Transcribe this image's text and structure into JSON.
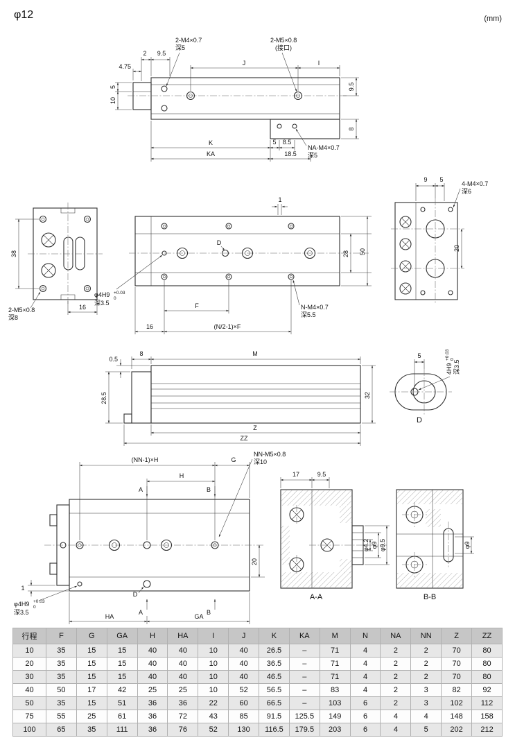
{
  "header": {
    "title": "φ12",
    "unit": "(mm)"
  },
  "drawing": {
    "front_view": {
      "callout_m4": "2-M4×0.7",
      "callout_m4_depth": "深5",
      "callout_port": "2-M5×0.8",
      "callout_port_note": "(接口)",
      "callout_na": "NA-M4×0.7",
      "callout_na_depth": "深5",
      "dim_2": "2",
      "dim_9_5_top": "9.5",
      "dim_4_75": "4.75",
      "dim_5_left": "5",
      "dim_10_left": "10",
      "dim_j": "J",
      "dim_i": "I",
      "dim_9_5_right": "9.5",
      "dim_8_right": "8",
      "dim_k": "K",
      "dim_5_bottom": "5",
      "dim_8_5": "8.5",
      "dim_ka": "KA",
      "dim_18_5": "18.5"
    },
    "left_side_view": {
      "dim_38": "38",
      "callout_m5": "2-M5×0.8",
      "callout_m5_depth": "深8",
      "dim_16": "16"
    },
    "plan_view": {
      "dim_1": "1",
      "label_d": "D",
      "dim_28": "28",
      "dim_50": "50",
      "callout_pin": "φ4H9",
      "pin_tol_upper": "+0.03",
      "pin_tol_lower": "0",
      "pin_depth": "深3.5",
      "dim_f": "F",
      "callout_n": "N-M4×0.7",
      "callout_n_depth": "深5.5",
      "dim_16": "16",
      "dim_pitch": "(N/2-1)×F"
    },
    "right_side_view": {
      "dim_9": "9",
      "dim_5": "5",
      "callout_m4": "4-M4×0.7",
      "callout_m4_depth": "深6",
      "dim_20": "20"
    },
    "side_view": {
      "dim_0_5": "0.5",
      "dim_8": "8",
      "dim_m": "M",
      "dim_28_5": "28.5",
      "dim_32": "32",
      "dim_z": "Z",
      "dim_zz": "ZZ"
    },
    "pin_detail": {
      "dim_5": "5",
      "callout_pin": "4H9",
      "pin_tol_upper": "+0.03",
      "pin_tol_lower": "0",
      "pin_depth": "深3.5",
      "label_d": "D"
    },
    "bottom_view": {
      "dim_pitch": "(NN-1)×H",
      "dim_g": "G",
      "dim_h": "H",
      "label_a_top": "A",
      "label_b_top": "B",
      "label_a_bottom": "A",
      "label_b_bottom": "B",
      "callout_nn": "NN-M5×0.8",
      "callout_nn_depth": "深10",
      "dim_20": "20",
      "dim_1": "1",
      "callout_pin": "φ4H9",
      "pin_tol_upper": "+0.03",
      "pin_tol_lower": "0",
      "pin_depth": "深3.5",
      "label_d": "D",
      "dim_ha": "HA",
      "dim_ga": "GA"
    },
    "section_aa": {
      "dim_17": "17",
      "dim_9_5": "9.5",
      "dim_phi_4_2": "φ4.2",
      "dim_phi_9": "φ9",
      "dim_phi_9_5": "φ9.5",
      "title": "A-A"
    },
    "section_bb": {
      "dim_phi_9": "φ9",
      "title": "B-B"
    }
  },
  "table": {
    "headers": [
      "行程",
      "F",
      "G",
      "GA",
      "H",
      "HA",
      "I",
      "J",
      "K",
      "KA",
      "M",
      "N",
      "NA",
      "NN",
      "Z",
      "ZZ"
    ],
    "rows": [
      [
        "10",
        "35",
        "15",
        "15",
        "40",
        "40",
        "10",
        "40",
        "26.5",
        "–",
        "71",
        "4",
        "2",
        "2",
        "70",
        "80"
      ],
      [
        "20",
        "35",
        "15",
        "15",
        "40",
        "40",
        "10",
        "40",
        "36.5",
        "–",
        "71",
        "4",
        "2",
        "2",
        "70",
        "80"
      ],
      [
        "30",
        "35",
        "15",
        "15",
        "40",
        "40",
        "10",
        "40",
        "46.5",
        "–",
        "71",
        "4",
        "2",
        "2",
        "70",
        "80"
      ],
      [
        "40",
        "50",
        "17",
        "42",
        "25",
        "25",
        "10",
        "52",
        "56.5",
        "–",
        "83",
        "4",
        "2",
        "3",
        "82",
        "92"
      ],
      [
        "50",
        "35",
        "15",
        "51",
        "36",
        "36",
        "22",
        "60",
        "66.5",
        "–",
        "103",
        "6",
        "2",
        "3",
        "102",
        "112"
      ],
      [
        "75",
        "55",
        "25",
        "61",
        "36",
        "72",
        "43",
        "85",
        "91.5",
        "125.5",
        "149",
        "6",
        "4",
        "4",
        "148",
        "158"
      ],
      [
        "100",
        "65",
        "35",
        "111",
        "36",
        "76",
        "52",
        "130",
        "116.5",
        "179.5",
        "203",
        "6",
        "4",
        "5",
        "202",
        "212"
      ]
    ]
  }
}
